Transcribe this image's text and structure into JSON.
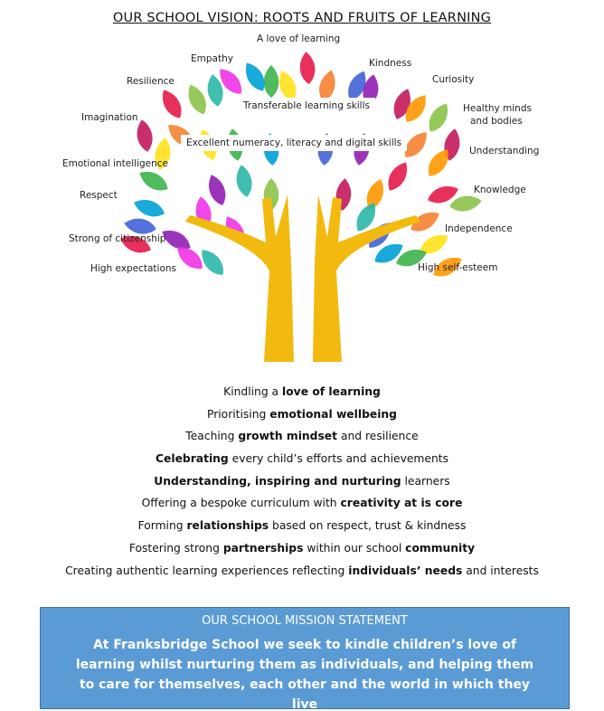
{
  "title": "OUR SCHOOL VISION: ROOTS AND FRUITS OF LEARNING",
  "tree_labels": {
    "love": "A love of learning",
    "empathy": "Empathy",
    "kindness": "Kindness",
    "resilience": "Resilience",
    "curiosity": "Curiosity",
    "healthy1": "Healthy minds",
    "healthy2": "and bodies",
    "imagination": "Imagination",
    "emotional": "Emotional intelligence",
    "understanding": "Understanding",
    "respect": "Respect",
    "knowledge": "Knowledge",
    "independence": "Independence",
    "citizenship": "Strong of citizenship",
    "expectations": "High expectations",
    "selfesteem": "High self-esteem",
    "transferable": "Transferable learning skills",
    "numeracy": "Excellent numeracy, literacy and digital skills"
  },
  "lines": [
    {
      "pre": "Kindling a ",
      "bold": "love of learning",
      "post": ""
    },
    {
      "pre": "Prioritising ",
      "bold": "emotional wellbeing",
      "post": ""
    },
    {
      "pre": "Teaching ",
      "bold": "growth mindset",
      "post": " and resilience"
    },
    {
      "pre": "",
      "bold": "Celebrating",
      "post": " every child’s efforts and achievements"
    },
    {
      "pre": "",
      "bold": "Understanding, inspiring and nurturing",
      "post": " learners"
    },
    {
      "pre": "Offering a bespoke curriculum with ",
      "bold": "creativity at is core",
      "post": ""
    },
    {
      "pre": "Forming ",
      "bold": "relationships",
      "post": " based on respect, trust & kindness"
    },
    {
      "pre": "Fostering strong ",
      "bold": "partnerships",
      "post": " within our school ",
      "bold2": "community"
    },
    {
      "pre": "Creating authentic learning experiences reflecting ",
      "bold": "individuals’ needs",
      "post": " and interests"
    }
  ],
  "mission": {
    "heading": "OUR SCHOOL MISSION STATEMENT",
    "body": "At Franksbridge School we seek to kindle children’s love of learning whilst nurturing them as individuals, and helping them to care for themselves, each other and the world in which they live",
    "bg_color": "#5b9bd5"
  },
  "colors": {
    "trunk": "#f2b90f"
  }
}
